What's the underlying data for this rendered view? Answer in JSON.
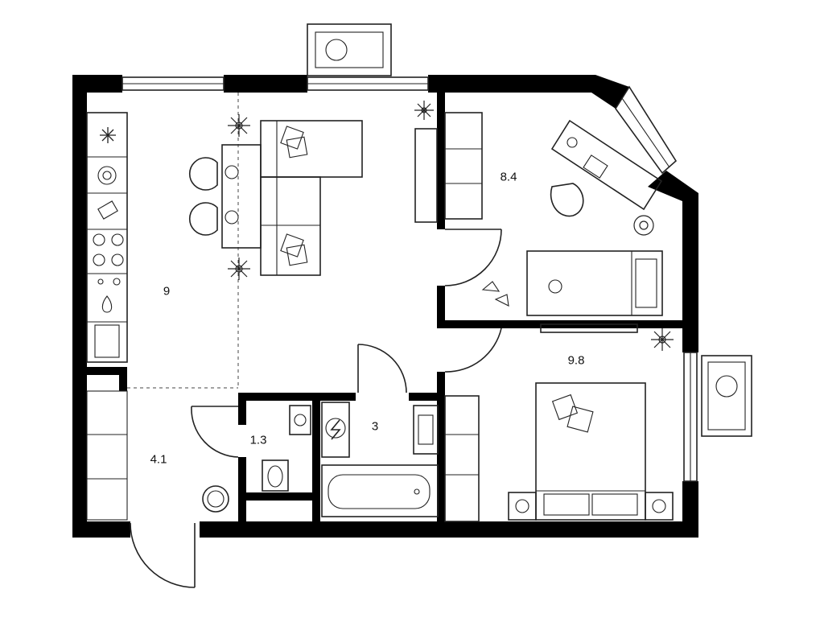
{
  "plan": {
    "rooms": [
      {
        "id": "living-kitchen",
        "area": "9"
      },
      {
        "id": "bedroom-child",
        "area": "8.4"
      },
      {
        "id": "bedroom-master",
        "area": "9.8"
      },
      {
        "id": "hallway",
        "area": "4.1"
      },
      {
        "id": "toilet",
        "area": "1.3"
      },
      {
        "id": "bathroom",
        "area": "3"
      }
    ],
    "icons": [
      "fan-icon",
      "snowflake-icon",
      "stove-icon",
      "flower-icon",
      "pillow-icon",
      "toy-icon"
    ]
  }
}
